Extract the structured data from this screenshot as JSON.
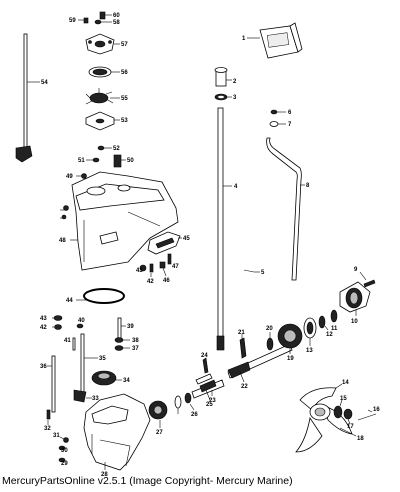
{
  "caption": "MercuryPartsOnline v2.5.1 (Image Copyright- Mercury Marine)",
  "callouts": [
    "1",
    "2",
    "3",
    "4",
    "5",
    "6",
    "7",
    "8",
    "9",
    "10",
    "11",
    "12",
    "13",
    "14",
    "15",
    "16",
    "17",
    "18",
    "19",
    "20",
    "21",
    "22",
    "23",
    "24",
    "25",
    "26",
    "27",
    "28",
    "29",
    "30",
    "31",
    "32",
    "33",
    "34",
    "35",
    "36",
    "37",
    "38",
    "39",
    "40",
    "41",
    "42",
    "43",
    "44",
    "45",
    "46",
    "47",
    "48",
    "49",
    "50",
    "51",
    "52",
    "53",
    "54",
    "55",
    "56",
    "57",
    "58",
    "59",
    "60"
  ]
}
